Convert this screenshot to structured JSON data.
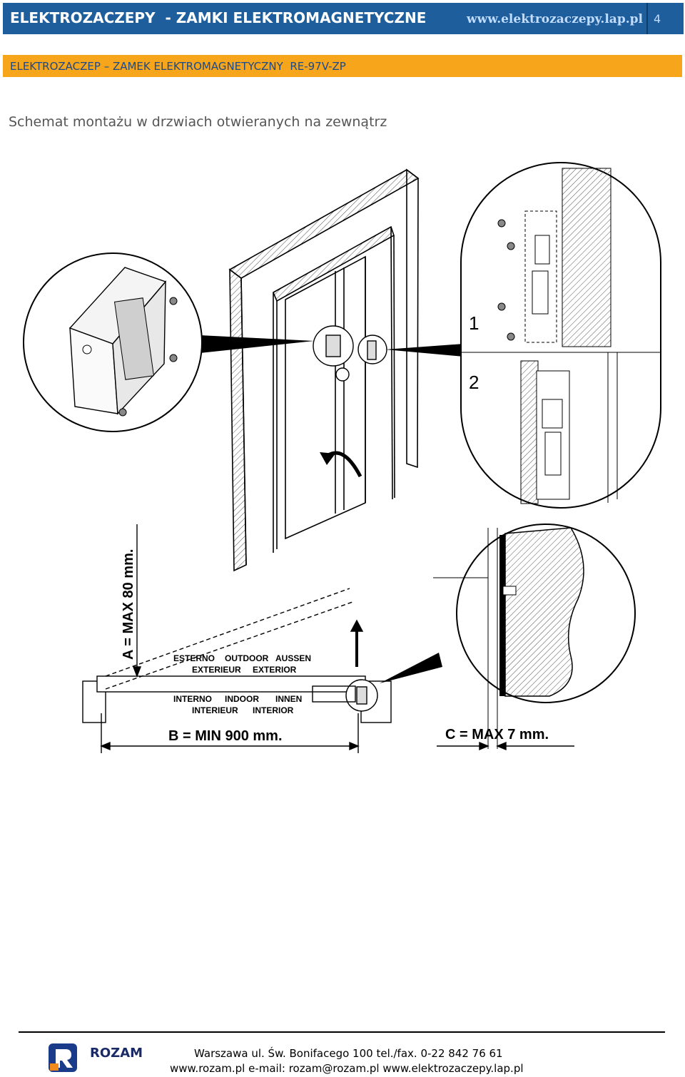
{
  "header": {
    "title": "ELEKTROZACZEPY  - ZAMKI ELEKTROMAGNETYCZNE",
    "url": "www.elektrozaczepy.lap.pl",
    "page_number": "4"
  },
  "product_bar": {
    "title": "ELEKTROZACZEP – ZAMEK ELEKTROMAGNETYCZNY  RE-97V-ZP"
  },
  "section": {
    "heading": "Schemat montażu w drzwiach otwieranych na zewnątrz"
  },
  "drawing": {
    "step1": "1",
    "step2": "2",
    "dim_a": "A = MAX 80 mm.",
    "dim_b": "B = MIN 900 mm.",
    "dim_c": "C = MAX 7 mm.",
    "outside_row1": [
      "ESTERNO",
      "OUTDOOR",
      "AUSSEN"
    ],
    "outside_row2": [
      "EXTERIEUR",
      "EXTERIOR"
    ],
    "inside_row1": [
      "INTERNO",
      "INDOOR",
      "INNEN"
    ],
    "inside_row2": [
      "INTERIEUR",
      "INTERIOR"
    ]
  },
  "footer": {
    "company": "ROZAM",
    "address": "Warszawa ul. Św. Bonifacego 100  tel./fax. 0-22 842 76 61",
    "contacts": "www.rozam.pl  e-mail: rozam@rozam.pl  www.elektrozaczepy.lap.pl",
    "colors": {
      "logo_blue": "#1a3a8a",
      "logo_orange": "#f08a1c"
    }
  }
}
